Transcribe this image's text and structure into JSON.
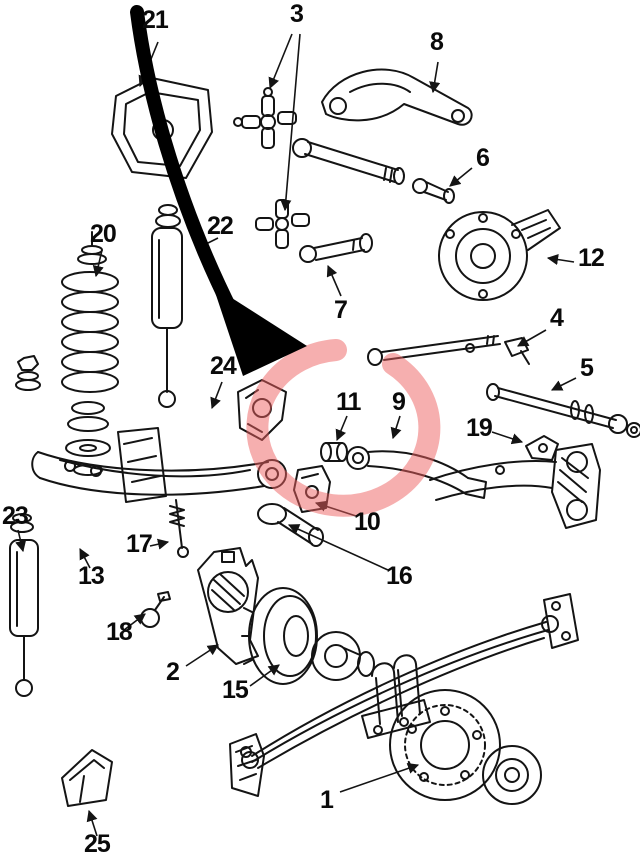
{
  "figure": {
    "kind": "exploded parts diagram",
    "subject": "front suspension and axle components",
    "background_color": "#ffffff",
    "line_color": "#141414"
  },
  "callouts": {
    "c1": "1",
    "c2": "2",
    "c3": "3",
    "c4": "4",
    "c5": "5",
    "c6": "6",
    "c7": "7",
    "c8": "8",
    "c9": "9",
    "c10": "10",
    "c11": "11",
    "c12": "12",
    "c13": "13",
    "c15": "15",
    "c16": "16",
    "c17": "17",
    "c18": "18",
    "c19": "19",
    "c20": "20",
    "c21": "21",
    "c22": "22",
    "c23": "23",
    "c24": "24",
    "c25": "25"
  },
  "annotations": {
    "hand_arrow_color": "#000000",
    "highlight_color": "#ee5f5f",
    "highlight_opacity": "0.5"
  }
}
